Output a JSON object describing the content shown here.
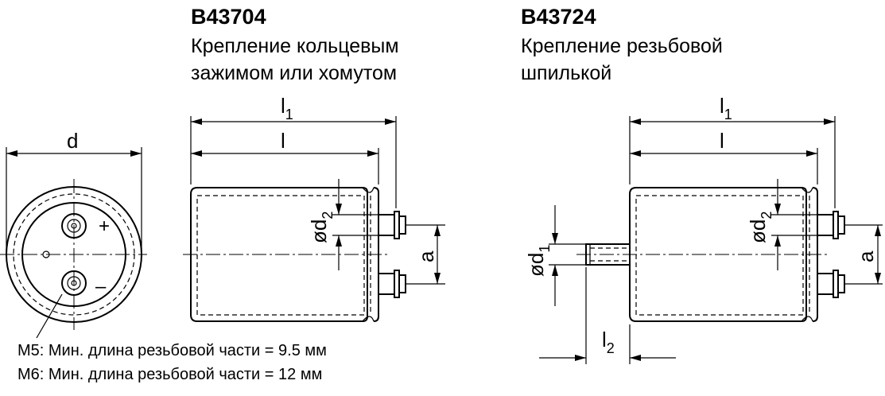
{
  "left": {
    "code": "B43704",
    "subtitle_line1": "Крепление кольцевым",
    "subtitle_line2": "зажимом или хомутом"
  },
  "right": {
    "code": "B43724",
    "subtitle_line1": "Крепление резьбовой",
    "subtitle_line2": "шпилькой"
  },
  "labels": {
    "d": "d",
    "l": "l",
    "l1_main": "l",
    "l1_sub": "1",
    "l2_main": "l",
    "l2_sub": "2",
    "od1_main": "ød",
    "od1_sub": "1",
    "od2_main": "ød",
    "od2_sub": "2",
    "a": "a",
    "plus": "+",
    "minus": "–"
  },
  "notes": {
    "m5": "M5: Мин. длина резьбовой части = 9.5 мм",
    "m6": "M6: Мин. длина резьбовой части = 12 мм"
  }
}
